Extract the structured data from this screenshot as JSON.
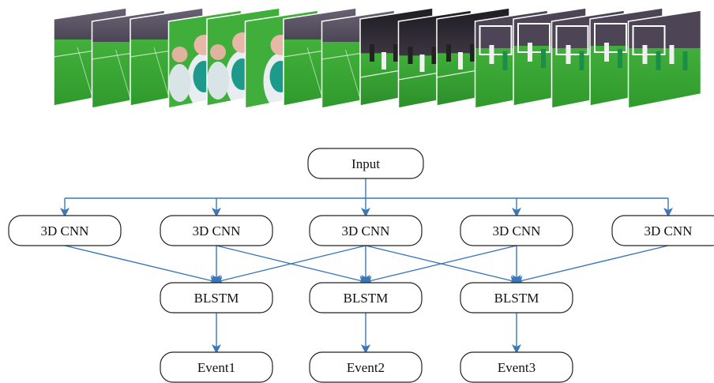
{
  "colors": {
    "arrow": "#3a77b8",
    "box_stroke": "#222222",
    "box_fill": "#ffffff",
    "text": "#111111",
    "pitch_green": "#3fae3a",
    "pitch_green_dark": "#2f8f2c",
    "stands": "#5b5566"
  },
  "frames": [
    {
      "kind": "wide-field"
    },
    {
      "kind": "wide-field"
    },
    {
      "kind": "wide-field"
    },
    {
      "kind": "closeup-players"
    },
    {
      "kind": "closeup-players"
    },
    {
      "kind": "closeup-player"
    },
    {
      "kind": "wide-field"
    },
    {
      "kind": "wide-field"
    },
    {
      "kind": "action-dark"
    },
    {
      "kind": "action-dark"
    },
    {
      "kind": "action-dark"
    },
    {
      "kind": "action-goal"
    },
    {
      "kind": "action-goal"
    },
    {
      "kind": "action-goal"
    },
    {
      "kind": "action-goal"
    },
    {
      "kind": "action-goal"
    }
  ],
  "nodes": {
    "input": "Input",
    "cnn": [
      "3D CNN",
      "3D CNN",
      "3D CNN",
      "3D CNN",
      "3D CNN"
    ],
    "blstm": [
      "BLSTM",
      "BLSTM",
      "BLSTM"
    ],
    "events": [
      "Event1",
      "Event2",
      "Event3"
    ]
  },
  "edges": {
    "cnn_to_blstm": [
      [
        0,
        0
      ],
      [
        1,
        0
      ],
      [
        1,
        1
      ],
      [
        2,
        0
      ],
      [
        2,
        1
      ],
      [
        2,
        2
      ],
      [
        3,
        1
      ],
      [
        3,
        2
      ],
      [
        4,
        2
      ]
    ]
  }
}
